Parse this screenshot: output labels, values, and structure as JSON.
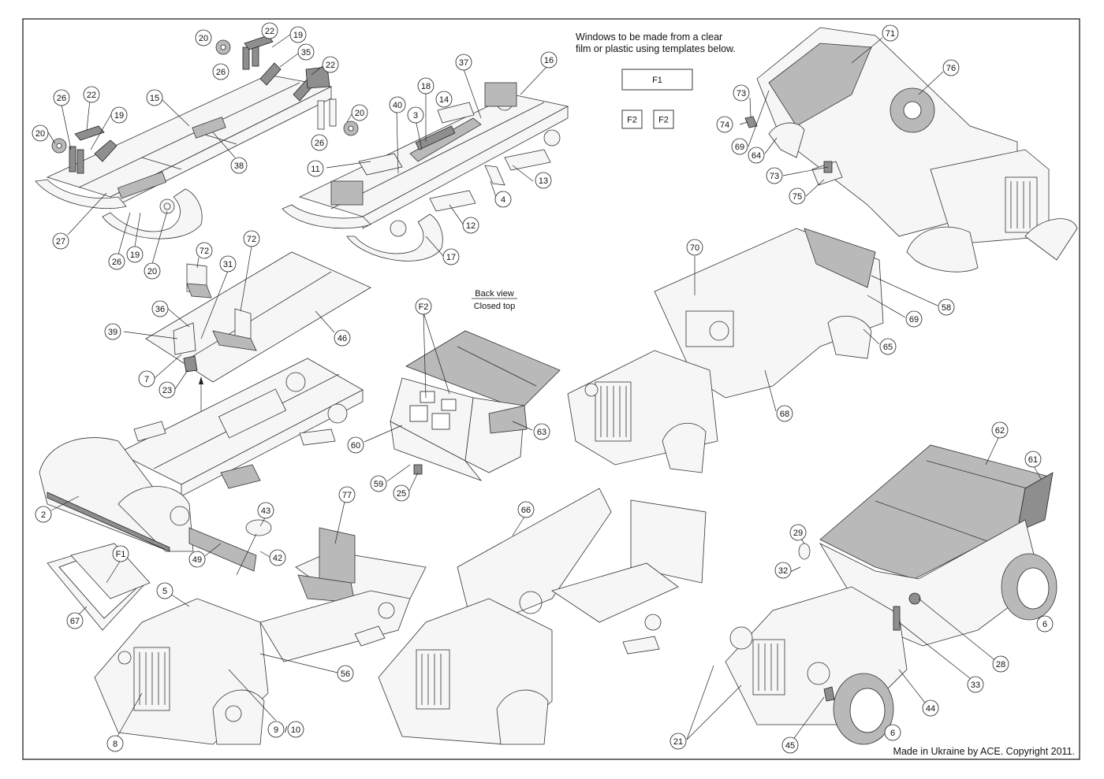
{
  "instructions": {
    "line1": "Windows to be made from a clear",
    "line2": "film or plastic using templates below."
  },
  "templates": {
    "f1": "F1",
    "f2a": "F2",
    "f2b": "F2"
  },
  "back_view": {
    "title": "Back view",
    "subtitle": "Closed top"
  },
  "copyright": "Made in Ukraine by ACE. Copyright 2011.",
  "callouts": {
    "c20a": "20",
    "c22a": "22",
    "c19a": "19",
    "c26a": "26",
    "c35": "35",
    "c22b": "22",
    "c20b": "20",
    "c26b": "26",
    "c26c": "26",
    "c22c": "22",
    "c15": "15",
    "c19b": "19",
    "c20c": "20",
    "c38": "38",
    "c27": "27",
    "c26d": "26",
    "c19c": "19",
    "c20d": "20",
    "c37": "37",
    "c16": "16",
    "c18": "18",
    "c14": "14",
    "c40": "40",
    "c3": "3",
    "c11": "11",
    "c13": "13",
    "c4": "4",
    "c12": "12",
    "c17": "17",
    "c71": "71",
    "c76": "76",
    "c73a": "73",
    "c74": "74",
    "c69a": "69",
    "c64": "64",
    "c73b": "73",
    "c75": "75",
    "c72a": "72",
    "c72b": "72",
    "c31": "31",
    "c36": "36",
    "c39": "39",
    "c46": "46",
    "c7": "7",
    "c23": "23",
    "c2": "2",
    "c70": "70",
    "c58": "58",
    "c69b": "69",
    "c65": "65",
    "c68": "68",
    "cF2": "F2",
    "c60": "60",
    "c63": "63",
    "c59": "59",
    "c25": "25",
    "c43": "43",
    "c77": "77",
    "c49": "49",
    "c42": "42",
    "cF1": "F1",
    "c5": "5",
    "c67": "67",
    "c56": "56",
    "c8": "8",
    "c910": "9",
    "c910b": "10",
    "c66": "66",
    "c62": "62",
    "c61": "61",
    "c29": "29",
    "c32": "32",
    "c6a": "6",
    "c28": "28",
    "c33": "33",
    "c44": "44",
    "c21": "21",
    "c45": "45",
    "c6b": "6"
  },
  "colors": {
    "frame": "#222222",
    "part_fill": "#f6f6f6",
    "shaded": "#b9b9b9",
    "dark": "#8e8e8e"
  }
}
